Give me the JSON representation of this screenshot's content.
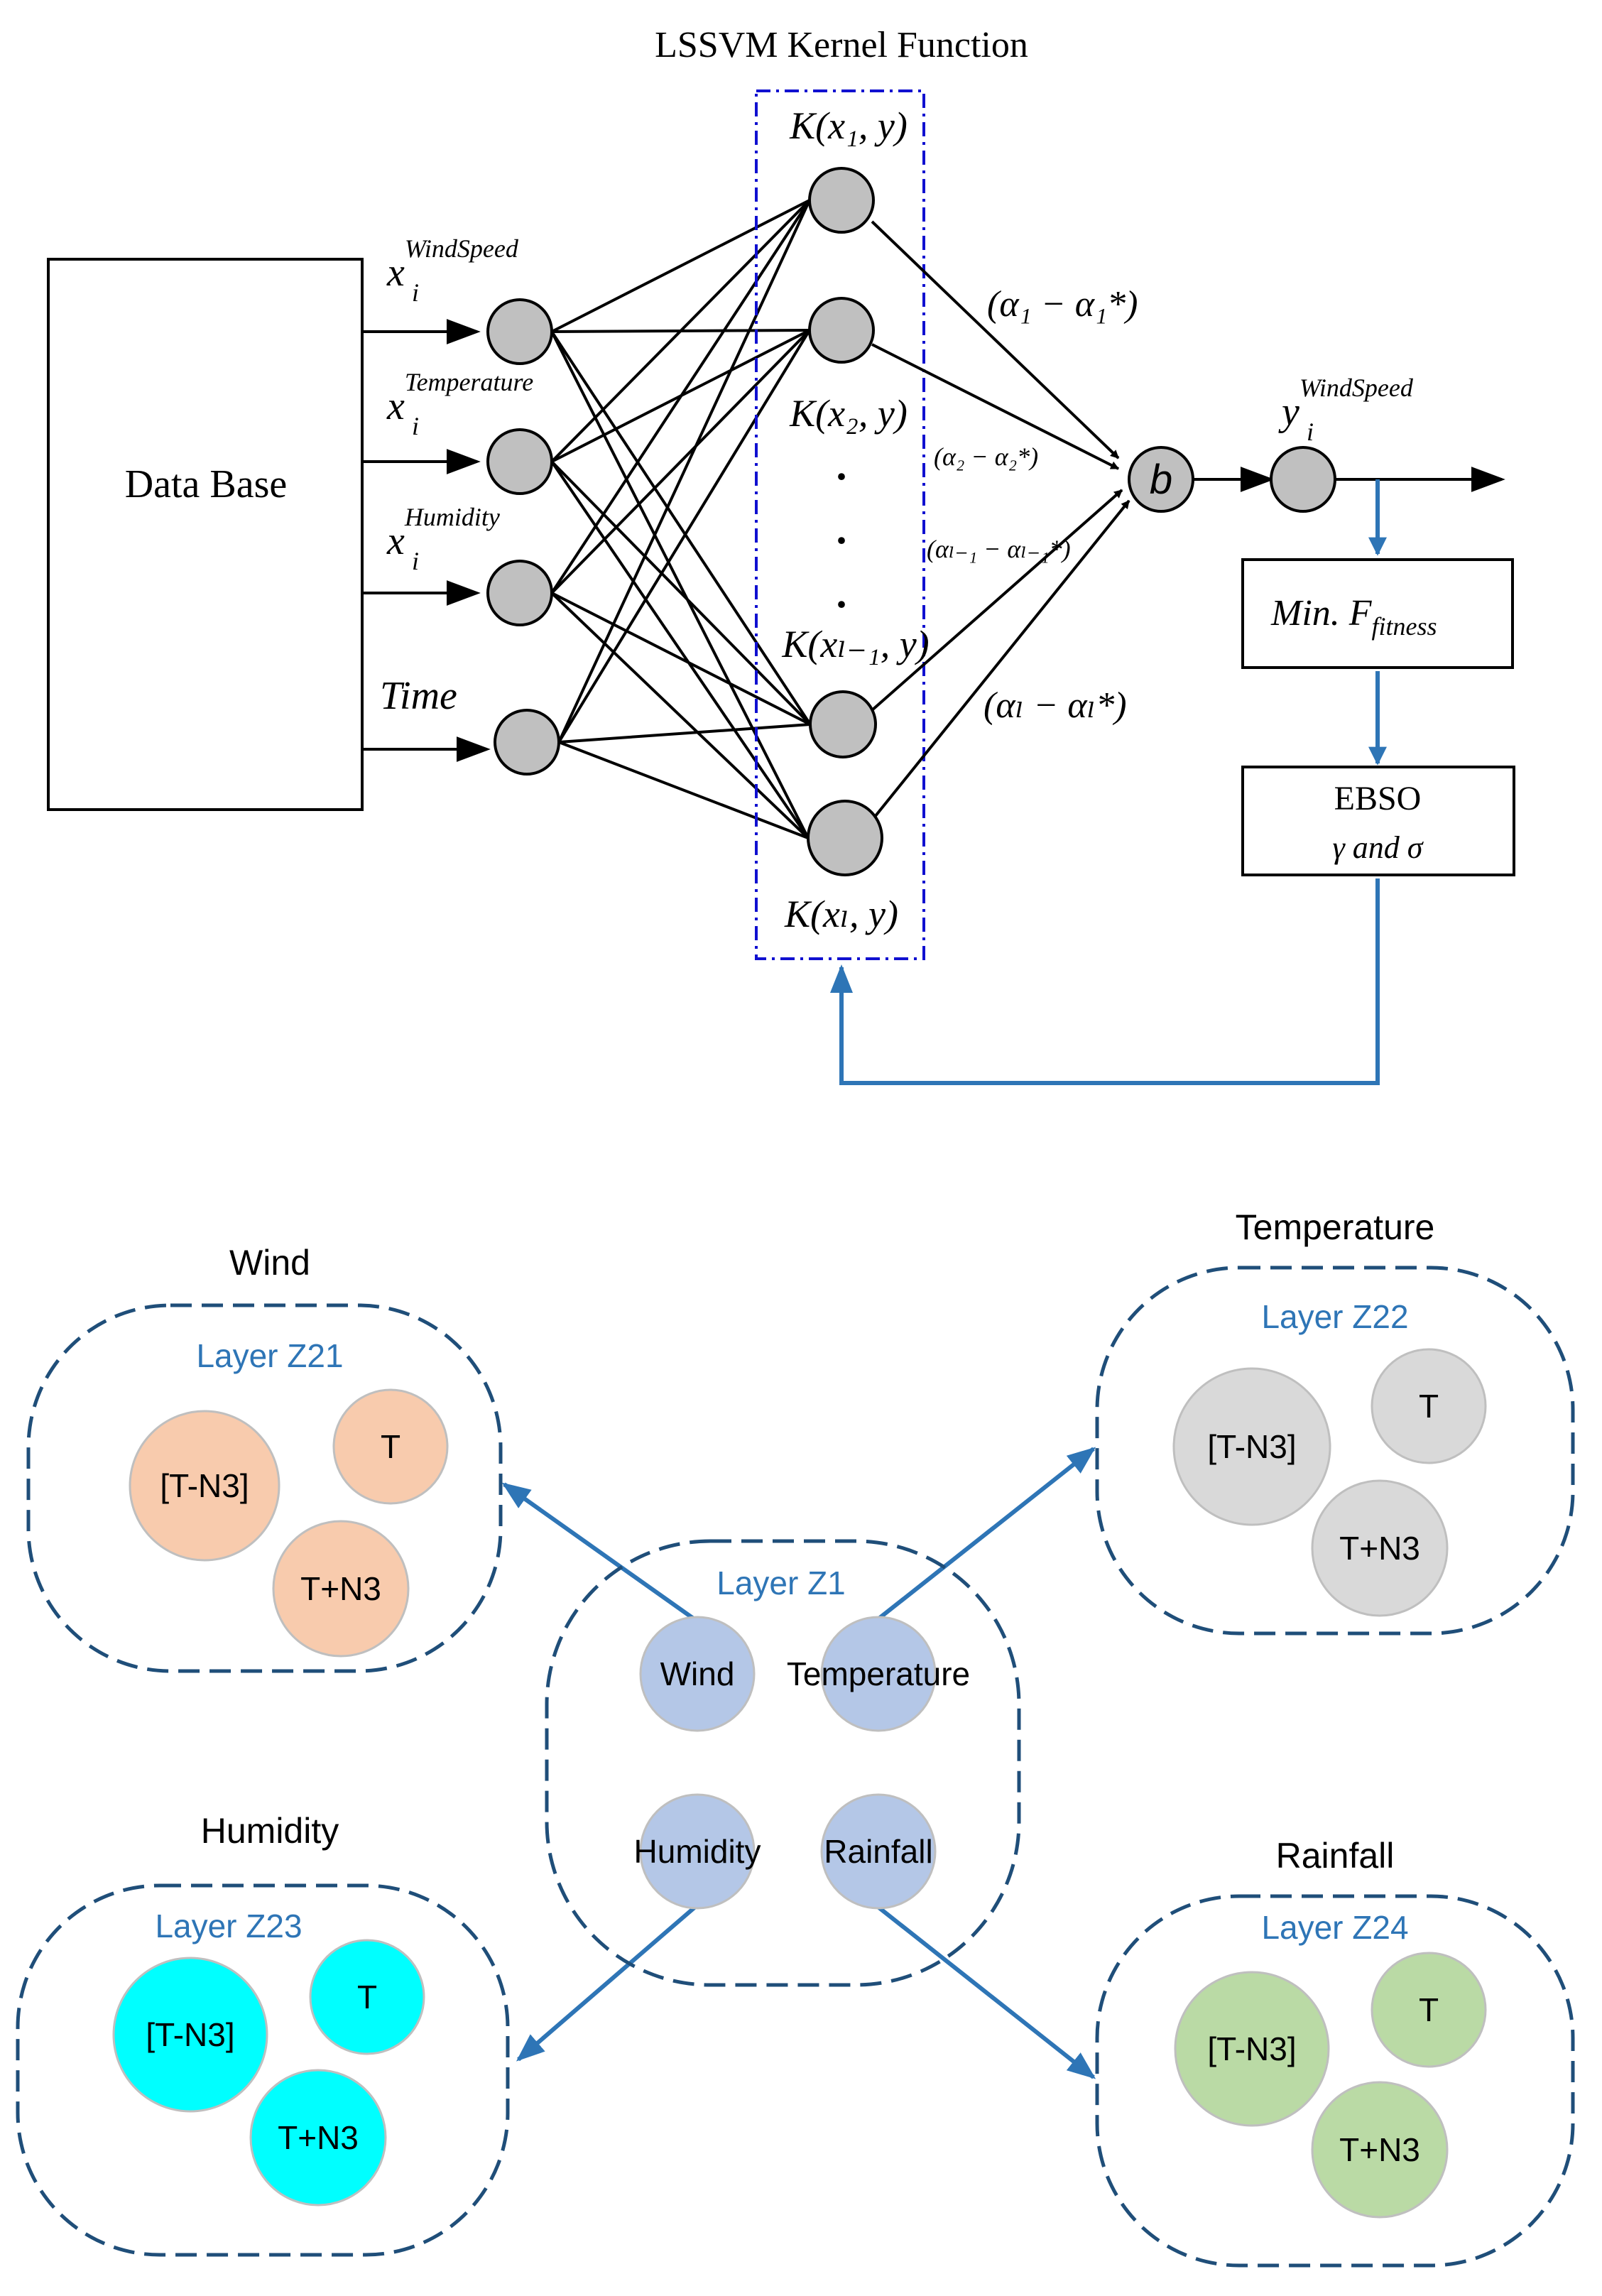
{
  "network": {
    "title": "LSSVM Kernel Function",
    "database_label": "Data Base",
    "inputs": [
      {
        "base": "x",
        "sub": "i",
        "sup": "WindSpeed"
      },
      {
        "base": "x",
        "sub": "i",
        "sup": "Temperature"
      },
      {
        "base": "x",
        "sub": "i",
        "sup": "Humidity"
      },
      {
        "base": "Time",
        "sub": "",
        "sup": ""
      }
    ],
    "kernel_labels": [
      "K(x₁, y)",
      "K(x₂, y)",
      "K(xₗ₋₁, y)",
      "K(xₗ, y)"
    ],
    "ellipsis": ".",
    "weights": [
      "(α₁ − α₁*)",
      "(α₂ − α₂*)",
      "(αₗ₋₁ − αₗ₋₁*)",
      "(αₗ − αₗ*)"
    ],
    "bias_label": "b",
    "output": {
      "base": "y",
      "sub": "i",
      "sup": "WindSpeed"
    },
    "fitness_box": {
      "text": "Min. F",
      "sub": "fitness"
    },
    "ebso_box": {
      "line1": "EBSO",
      "line2": "γ and σ"
    }
  },
  "layers": {
    "center": {
      "title": "Layer Z1",
      "nodes": [
        "Wind",
        "Temperature",
        "Humidity",
        "Rainfall"
      ]
    },
    "groups": [
      {
        "name": "Wind",
        "layer": "Layer Z21",
        "nodes": [
          "[T-N3]",
          "T",
          "T+N3"
        ],
        "color": "#F8CBAD"
      },
      {
        "name": "Temperature",
        "layer": "Layer Z22",
        "nodes": [
          "[T-N3]",
          "T",
          "T+N3"
        ],
        "color": "#D9D9D9"
      },
      {
        "name": "Humidity",
        "layer": "Layer Z23",
        "nodes": [
          "[T-N3]",
          "T",
          "T+N3"
        ],
        "color": "#00FFFF"
      },
      {
        "name": "Rainfall",
        "layer": "Layer Z24",
        "nodes": [
          "[T-N3]",
          "T",
          "T+N3"
        ],
        "color": "#A9D18E"
      }
    ],
    "center_node_color": "#B4C7E7",
    "border_color": "#1F4E79",
    "label_color": "#2E75B6"
  }
}
